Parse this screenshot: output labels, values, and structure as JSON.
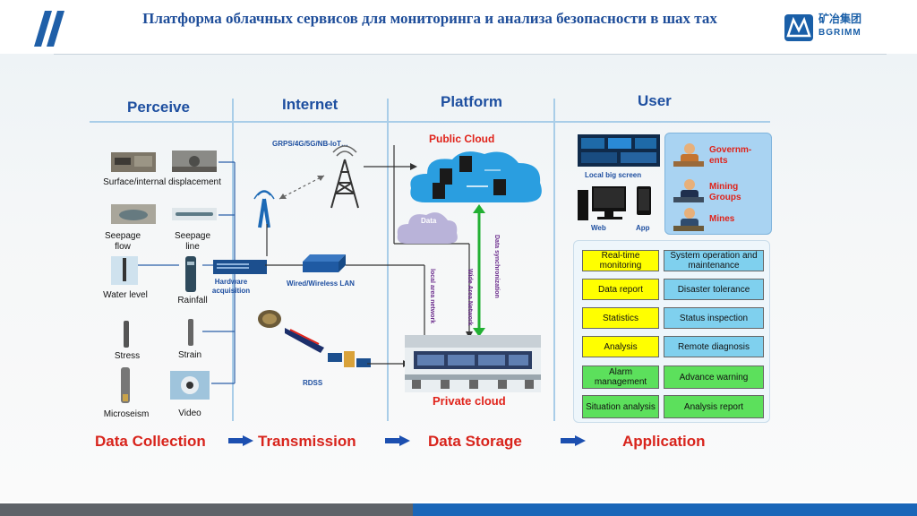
{
  "header": {
    "title": "Платформа облачных сервисов для мониторинга и анализа безопасности в шах тах",
    "logo_cn": "矿冶集团",
    "logo_en": "BGRIMM"
  },
  "columns": {
    "perceive": "Perceive",
    "internet": "Internet",
    "platform": "Platform",
    "user": "User"
  },
  "perceive": {
    "surface": "Surface/internal displacement",
    "seepage_flow": "Seepage flow",
    "seepage_line": "Seepage line",
    "water_level": "Water level",
    "rainfall": "Rainfall",
    "stress": "Stress",
    "strain": "Strain",
    "microseism": "Microseism",
    "video": "Video"
  },
  "internet": {
    "grps": "GRPS/4G/5G/NB-IoT…",
    "hardware": "Hardware acquisition",
    "wired": "Wired/Wireless LAN",
    "rdss": "RDSS"
  },
  "platform": {
    "public_cloud": "Public Cloud",
    "data": "Data",
    "local_network": "local area network",
    "wide_network": "Wide Area Network",
    "data_sync": "Data synchronization",
    "private_cloud": "Private cloud"
  },
  "user": {
    "local_screen": "Local big screen",
    "web": "Web",
    "app": "App",
    "governments": "Governm-ents",
    "mining_groups": "Mining Groups",
    "mines": "Mines"
  },
  "functions": [
    {
      "left": "Real-time monitoring",
      "right": "System operation and maintenance"
    },
    {
      "left": "Data report",
      "right": "Disaster tolerance"
    },
    {
      "left": "Statistics",
      "right": "Status inspection"
    },
    {
      "left": "Analysis",
      "right": "Remote diagnosis"
    },
    {
      "left": "Alarm management",
      "right": "Advance warning"
    },
    {
      "left": "Situation analysis",
      "right": "Analysis report"
    }
  ],
  "flow": {
    "collection": "Data Collection",
    "transmission": "Transmission",
    "storage": "Data Storage",
    "application": "Application"
  },
  "colors": {
    "heading_blue": "#1e4fa0",
    "flow_red": "#d8241c",
    "function_yellow": "#ffff00",
    "function_blue": "#7fd0ee",
    "function_green": "#5ce05c"
  }
}
